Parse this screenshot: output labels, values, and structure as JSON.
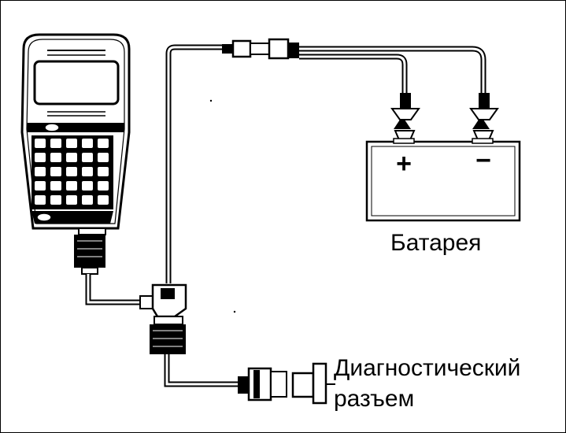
{
  "labels": {
    "battery": "Батарея",
    "battery_plus": "+",
    "battery_minus": "−",
    "connector_line1": "Диагностический",
    "connector_line2": "разъем"
  },
  "colors": {
    "ink": "#000000",
    "paper": "#ffffff",
    "shade": "#b5b5b5"
  },
  "icons": {
    "scanner": "hand-held-scan-tool",
    "battery": "battery",
    "clamp": "alligator-clip",
    "adapter": "y-adapter-connector"
  }
}
